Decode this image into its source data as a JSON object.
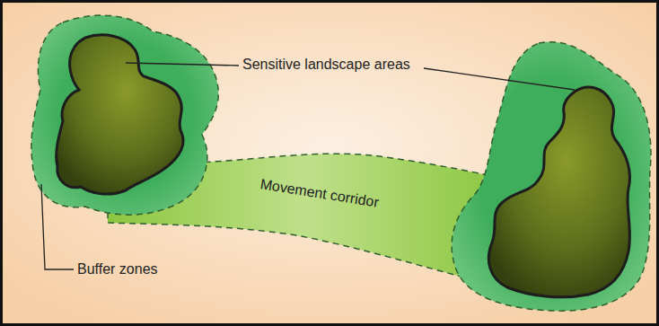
{
  "diagram": {
    "labels": [
      "Sensitive landscape areas",
      "Movement corridor",
      "Buffer zones"
    ]
  }
}
